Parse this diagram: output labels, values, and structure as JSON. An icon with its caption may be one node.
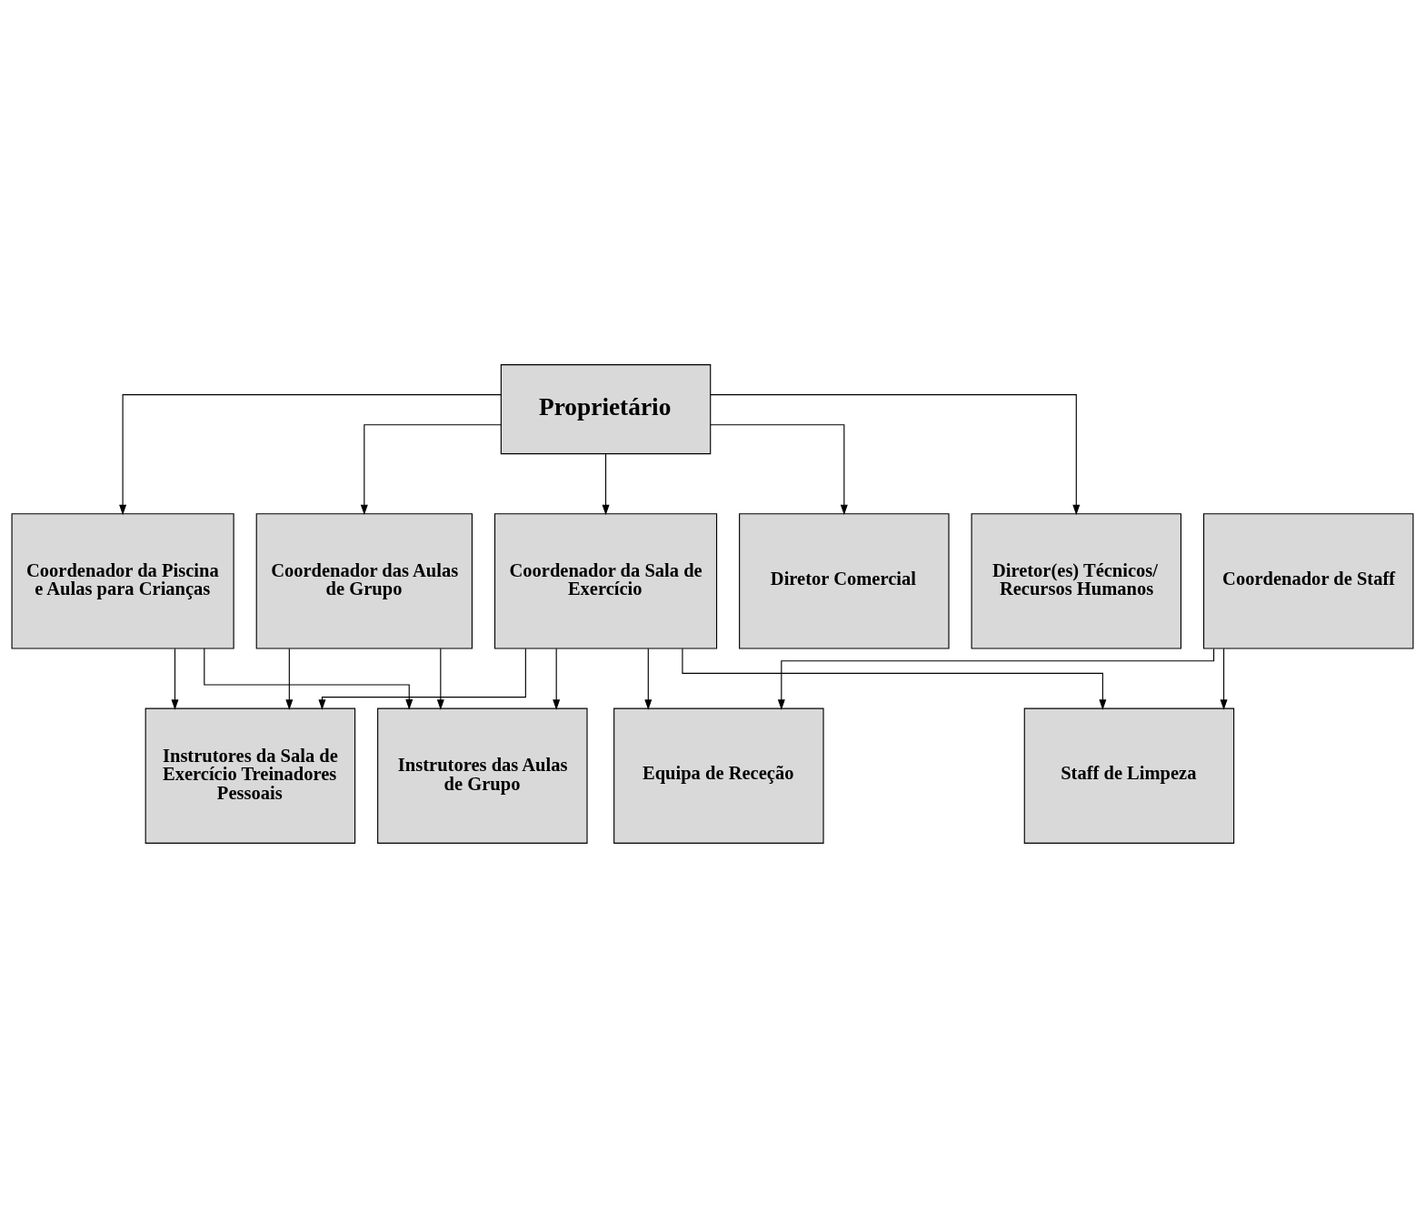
{
  "diagram": {
    "nodes": [
      {
        "text": [
          "Proprietário"
        ]
      },
      {
        "text": [
          "Diretor Comercial"
        ]
      },
      {
        "text": [
          "Diretor(es) Técnicos/ Recursos Humanos"
        ]
      },
      {
        "text": [
          "Coordenador de Staff"
        ]
      },
      {
        "text": [
          "Coordenador da Sala de Exercício"
        ]
      },
      {
        "text": [
          "Coordenador da Piscina e Aulas para Crianças"
        ]
      },
      {
        "text": [
          "Coordenador das Aulas de Grupo"
        ]
      },
      {
        "text": [
          "Equipa de Receção"
        ]
      },
      {
        "text": [
          "Staff de Limpeza"
        ]
      },
      {
        "text": [
          "Instrutores da Sala de Exercício Treinadores Pessoais"
        ]
      },
      {
        "text": [
          "Instrutores das Aulas de Grupo"
        ]
      }
    ],
    "edges": [
      {
        "from": 0,
        "to": 1,
        "arrow": "to"
      },
      {
        "from": 0,
        "to": 2,
        "arrow": "to"
      },
      {
        "from": 0,
        "to": 4,
        "arrow": "to"
      },
      {
        "from": 0,
        "to": 5,
        "arrow": "to"
      },
      {
        "from": 0,
        "to": 6,
        "arrow": "to"
      },
      {
        "from": 3,
        "to": 7,
        "arrow": "to"
      },
      {
        "from": 3,
        "to": 8,
        "arrow": "to"
      },
      {
        "from": 4,
        "to": 7,
        "arrow": "to"
      },
      {
        "from": 4,
        "to": 8,
        "arrow": "to"
      },
      {
        "from": 4,
        "to": 9,
        "arrow": "to"
      },
      {
        "from": 4,
        "to": 10,
        "arrow": "to"
      },
      {
        "from": 5,
        "to": 9,
        "arrow": "to"
      },
      {
        "from": 5,
        "to": 10,
        "arrow": "to"
      },
      {
        "from": 6,
        "to": 9,
        "arrow": "to"
      },
      {
        "from": 6,
        "to": 10,
        "arrow": "to"
      }
    ]
  }
}
